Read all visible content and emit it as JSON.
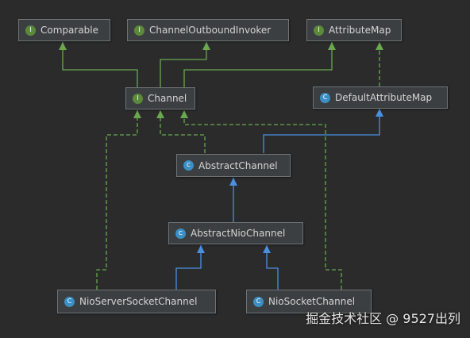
{
  "colors": {
    "background": "#2b2b2b",
    "node_fill": "#3c3f41",
    "node_border": "#6f7375",
    "interface_icon": "#5c8a3a",
    "class_icon": "#3b8fc4",
    "implements_line": "#69a84f",
    "extends_line": "#4a90e2"
  },
  "nodes": [
    {
      "id": "comparable",
      "label": "Comparable",
      "kind": "interface",
      "icon_letter": "I"
    },
    {
      "id": "channel_outbound_invoker",
      "label": "ChannelOutboundInvoker",
      "kind": "interface",
      "icon_letter": "I"
    },
    {
      "id": "attribute_map",
      "label": "AttributeMap",
      "kind": "interface",
      "icon_letter": "I"
    },
    {
      "id": "channel",
      "label": "Channel",
      "kind": "interface",
      "icon_letter": "I"
    },
    {
      "id": "default_attribute_map",
      "label": "DefaultAttributeMap",
      "kind": "class",
      "icon_letter": "C"
    },
    {
      "id": "abstract_channel",
      "label": "AbstractChannel",
      "kind": "abstract",
      "icon_letter": "C"
    },
    {
      "id": "abstract_nio_channel",
      "label": "AbstractNioChannel",
      "kind": "abstract",
      "icon_letter": "C"
    },
    {
      "id": "nio_server_socket_channel",
      "label": "NioServerSocketChannel",
      "kind": "class",
      "icon_letter": "C"
    },
    {
      "id": "nio_socket_channel",
      "label": "NioSocketChannel",
      "kind": "class",
      "icon_letter": "C"
    }
  ],
  "edges": [
    {
      "from": "channel",
      "to": "comparable",
      "type": "extends-interface"
    },
    {
      "from": "channel",
      "to": "channel_outbound_invoker",
      "type": "extends-interface"
    },
    {
      "from": "channel",
      "to": "attribute_map",
      "type": "extends-interface"
    },
    {
      "from": "default_attribute_map",
      "to": "attribute_map",
      "type": "implements"
    },
    {
      "from": "abstract_channel",
      "to": "channel",
      "type": "implements"
    },
    {
      "from": "abstract_channel",
      "to": "default_attribute_map",
      "type": "extends"
    },
    {
      "from": "abstract_nio_channel",
      "to": "abstract_channel",
      "type": "extends"
    },
    {
      "from": "nio_server_socket_channel",
      "to": "abstract_nio_channel",
      "type": "extends"
    },
    {
      "from": "nio_socket_channel",
      "to": "abstract_nio_channel",
      "type": "extends"
    },
    {
      "from": "nio_server_socket_channel",
      "to": "channel",
      "type": "implements"
    },
    {
      "from": "nio_socket_channel",
      "to": "channel",
      "type": "implements"
    }
  ],
  "watermark": "掘金技术社区 @ 9527出列"
}
